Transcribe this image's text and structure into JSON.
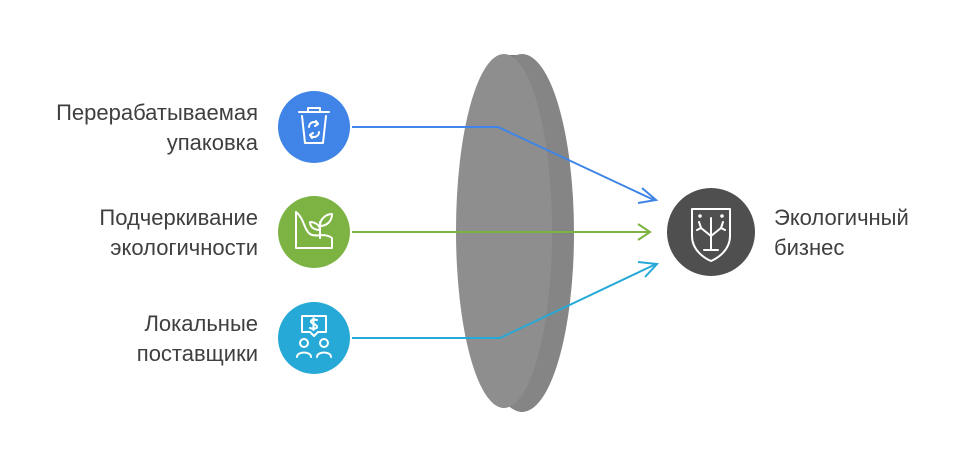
{
  "inputs": [
    {
      "line1": "Перерабатываемая",
      "line2": "упаковка",
      "color": "#3f84e6",
      "icon": "recycle-bin-icon"
    },
    {
      "line1": "Подчеркивание",
      "line2": "экологичности",
      "color": "#7cb342",
      "icon": "sprout-icon"
    },
    {
      "line1": "Локальные",
      "line2": "поставщики",
      "color": "#26a9d6",
      "icon": "local-suppliers-icon"
    }
  ],
  "output": {
    "line1": "Экологичный",
    "line2": "бизнес",
    "color": "#4f4f4f",
    "icon": "eco-shield-tree-icon"
  },
  "lens": {
    "color": "#8e8e8e",
    "edge_color": "#7a7a7a"
  }
}
